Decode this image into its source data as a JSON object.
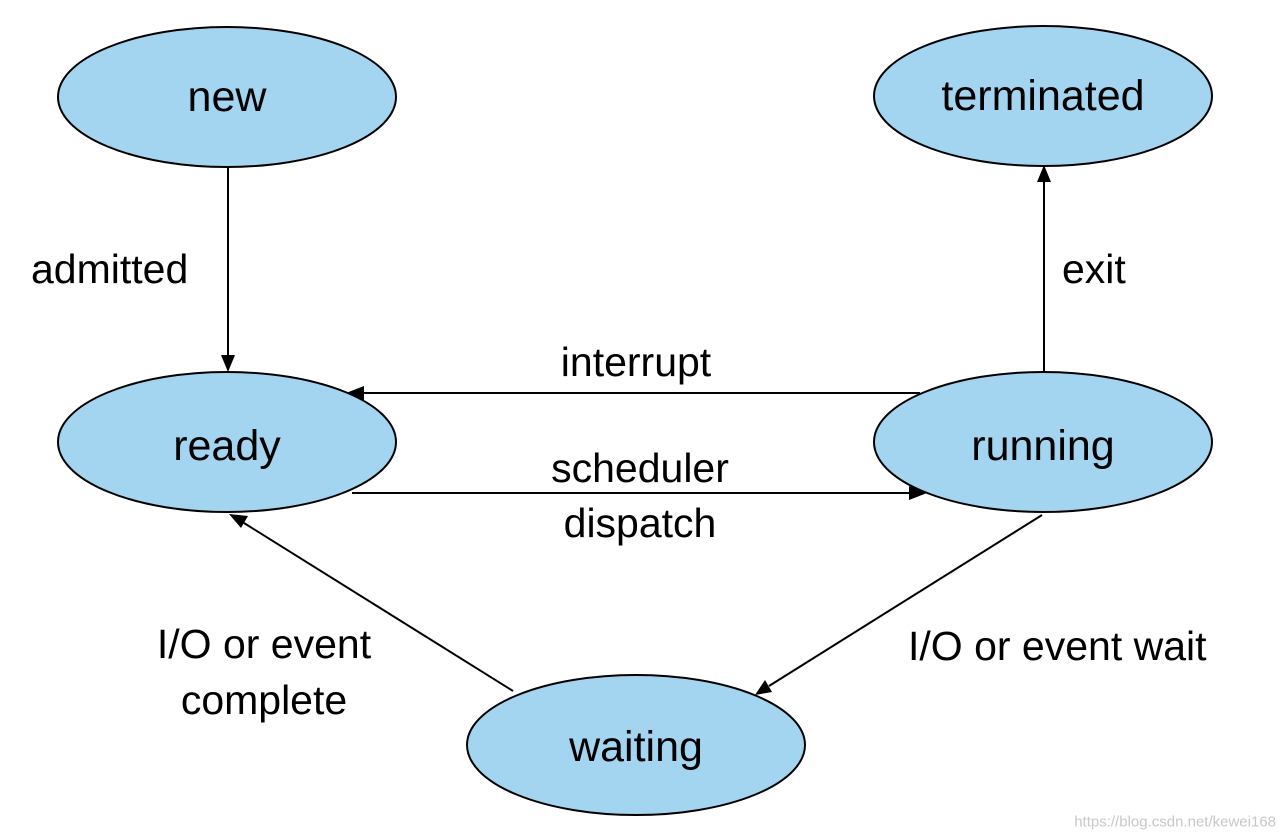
{
  "diagram": {
    "states": {
      "new": "new",
      "terminated": "terminated",
      "ready": "ready",
      "running": "running",
      "waiting": "waiting"
    },
    "transitions": {
      "admitted": "admitted",
      "exit": "exit",
      "interrupt": "interrupt",
      "scheduler_line1": "scheduler",
      "scheduler_line2": "dispatch",
      "io_complete_line1": "I/O or event",
      "io_complete_line2": "complete",
      "io_wait": "I/O or event wait"
    },
    "colors": {
      "state_fill": "#a3d4f0",
      "outline": "#000000",
      "text": "#000000"
    }
  },
  "watermark": "https://blog.csdn.net/kewei168"
}
